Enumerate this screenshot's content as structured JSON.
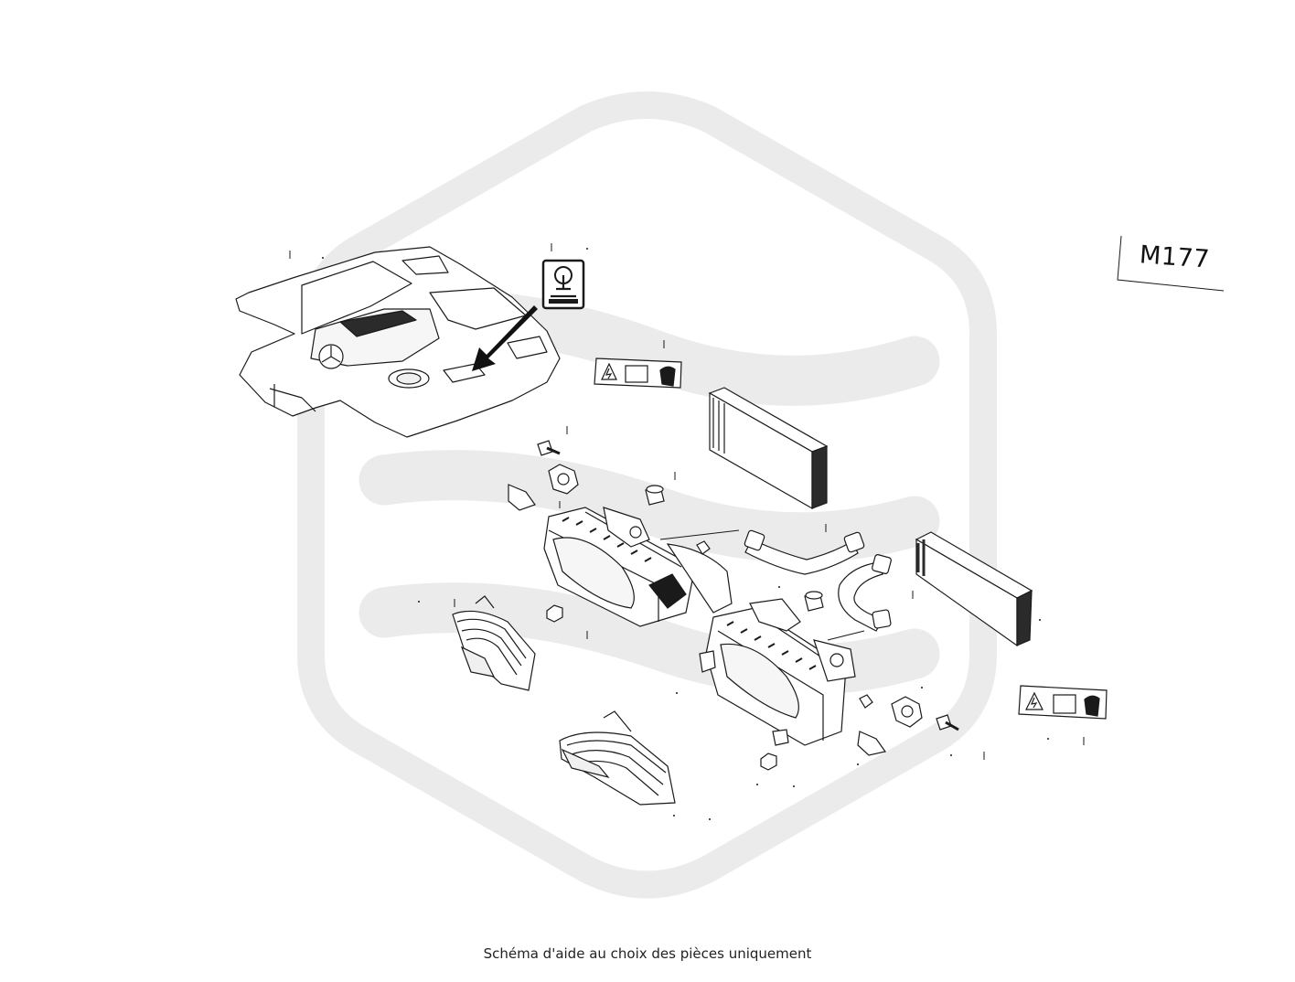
{
  "diagram": {
    "engine_code": "M177",
    "caption": "Schéma d'aide au choix des pièces uniquement",
    "colors": {
      "watermark": "#ebebeb",
      "line_art": "#1a1a1a",
      "fill_light": "#f6f6f6",
      "fill_dark": "#2b2b2b"
    },
    "parts": [
      {
        "name": "engine-cover",
        "icon": "engine-cover-icon"
      },
      {
        "name": "service-pictogram-sticker",
        "icon": "pictogram-icon"
      },
      {
        "name": "warning-label-upper",
        "icon": "warning-label-icon"
      },
      {
        "name": "air-filter-upper",
        "icon": "air-filter-icon"
      },
      {
        "name": "air-filter-housing-left",
        "icon": "airbox-icon"
      },
      {
        "name": "air-filter-housing-right",
        "icon": "airbox-icon"
      },
      {
        "name": "intake-duct-left",
        "icon": "intake-duct-icon"
      },
      {
        "name": "intake-duct-right",
        "icon": "intake-duct-icon"
      },
      {
        "name": "air-hose-upper",
        "icon": "hose-icon"
      },
      {
        "name": "air-hose-lower",
        "icon": "hose-icon"
      },
      {
        "name": "air-filter-lower",
        "icon": "air-filter-icon"
      },
      {
        "name": "warning-label-lower",
        "icon": "warning-label-icon"
      },
      {
        "name": "sensor-left",
        "icon": "sensor-icon"
      },
      {
        "name": "sensor-right",
        "icon": "sensor-icon"
      },
      {
        "name": "bolt-left",
        "icon": "bolt-icon"
      },
      {
        "name": "bolt-right",
        "icon": "bolt-icon"
      }
    ]
  }
}
